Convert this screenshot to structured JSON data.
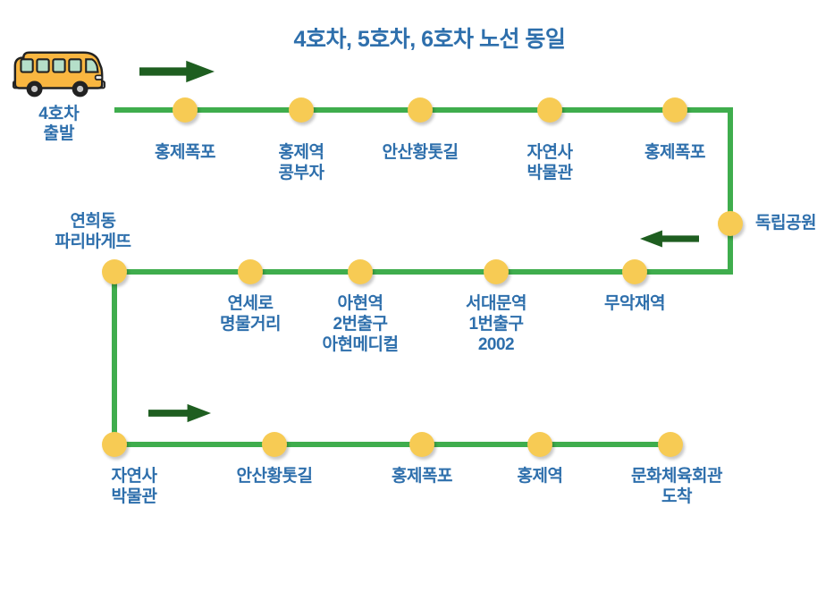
{
  "title": "4호차, 5호차, 6호차 노선 동일",
  "start": {
    "label": "4호차\n출발"
  },
  "icons": {
    "bus": "school-bus-icon",
    "arrow_right": "direction-arrow-right",
    "arrow_left": "direction-arrow-left"
  },
  "colors": {
    "route_line": "#3FAD4D",
    "station_dot": "#F7CB54",
    "direction_arrow": "#1E5E20",
    "label_text": "#2E6FAC",
    "background": "#FFFFFF"
  },
  "route": {
    "top_row": [
      "홍제폭포",
      "홍제역\n콩부자",
      "안산황톳길",
      "자연사\n박물관",
      "홍제폭포"
    ],
    "right_column": [
      "독립공원"
    ],
    "middle_row_left": "연희동\n파리바게뜨",
    "middle_row": [
      "연세로\n명물거리",
      "아현역\n2번출구\n아현메디컬",
      "서대문역\n1번출구\n2002",
      "무악재역"
    ],
    "bottom_row": [
      "자연사\n박물관",
      "안산황톳길",
      "홍제폭포",
      "홍제역",
      "문화체육회관\n도착"
    ]
  }
}
